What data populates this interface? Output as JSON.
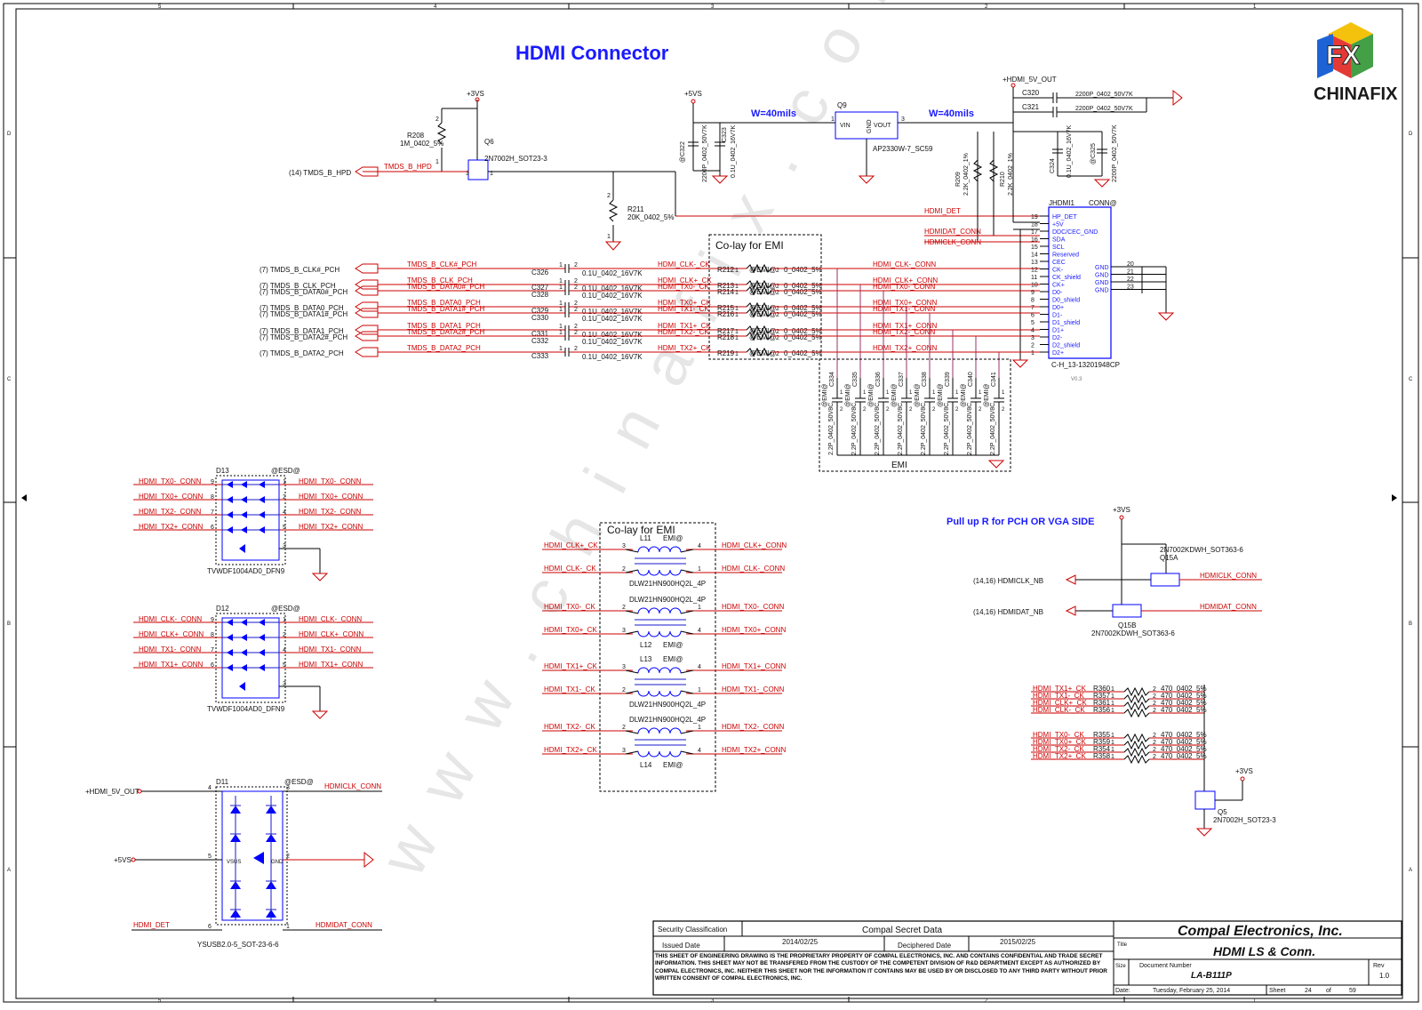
{
  "title": "HDMI Connector",
  "watermark": "www.chinafix.com",
  "logo": "CHINAFIX",
  "subtitle_pullup": "Pull up R for PCH OR VGA SIDE",
  "emi_box_top": "Co-lay for EMI",
  "emi_box_mid": "Co-lay for EMI",
  "emi_label": "EMI",
  "width_labels": [
    "W=40mils",
    "W=40mils"
  ],
  "border_cols": [
    "5",
    "4",
    "3",
    "2",
    "1"
  ],
  "border_rows": [
    "D",
    "C",
    "B",
    "A"
  ],
  "rails": {
    "v3_1": "+3VS",
    "v5": "+5VS",
    "hdmi5v": "+HDMI_5V_OUT",
    "v3_2": "+3VS",
    "v3_3": "+3VS",
    "v5_d11": "+5VS",
    "hdmi5v_d11": "+HDMI_5V_OUT"
  },
  "components": {
    "r208": [
      "R208",
      "1M_0402_5%"
    ],
    "q6": [
      "Q6",
      "2N7002H_SOT23-3"
    ],
    "r211": [
      "R211",
      "20K_0402_5%"
    ],
    "q9": [
      "Q9",
      "AP2330W-7_SC59",
      "VIN",
      "GND",
      "VOUT"
    ],
    "c322": [
      "@C322",
      "2200P_0402_50V7K"
    ],
    "c323": [
      "C323",
      "0.1U_0402_16V7K"
    ],
    "c320": [
      "C320",
      "2200P_0402_50V7K"
    ],
    "c321": [
      "C321",
      "2200P_0402_50V7K"
    ],
    "c324": [
      "C324",
      "0.1U_0402_16V7K"
    ],
    "c325": [
      "@C325",
      "2200P_0402_50V7K"
    ],
    "r209": [
      "R209",
      "2.2K_0402_1%"
    ],
    "r210": [
      "R210",
      "2.2K_0402_1%"
    ],
    "jhdmi": [
      "JHDMI1",
      "CONN@",
      "C-H_13-13201948CP",
      "V0.3"
    ],
    "q15a": [
      "2N7002KDWH_SOT363-6",
      "Q15A"
    ],
    "q15b": [
      "Q15B",
      "2N7002KDWH_SOT363-6"
    ],
    "q5": [
      "Q5",
      "2N7002H_SOT23-3"
    ],
    "d13": [
      "D13",
      "@ESD@",
      "TVWDF1004AD0_DFN9"
    ],
    "d12": [
      "D12",
      "@ESD@",
      "TVWDF1004AD0_DFN9"
    ],
    "d11": [
      "D11",
      "@ESD@",
      "YSUSB2.0-5_SOT-23-6-6"
    ]
  },
  "hpd": {
    "net": "TMDS_B_HPD",
    "ref": "(14)  TMDS_B_HPD",
    "det": "HDMI_DET"
  },
  "ddc": {
    "dat": "HDMIDAT_CONN",
    "clk": "HDMICLK_CONN"
  },
  "tmds_rows": [
    {
      "ref": "(7)  TMDS_B_CLK#_PCH",
      "net": "TMDS_B_CLK#_PCH",
      "cap": "C326",
      "capval": "0.1U_0402_16V7K",
      "mid": "HDMI_CLK-_CK",
      "res": "R212",
      "conn": "HDMI_CLK-_CONN"
    },
    {
      "ref": "(7)  TMDS_B_CLK_PCH",
      "net": "TMDS_B_CLK_PCH",
      "cap": "C327",
      "capval": "0.1U_0402_16V7K",
      "mid": "HDMI_CLK+_CK",
      "res": "R213",
      "conn": "HDMI_CLK+_CONN"
    },
    {
      "ref": "(7)  TMDS_B_DATA0#_PCH",
      "net": "TMDS_B_DATA0#_PCH",
      "cap": "C328",
      "capval": "0.1U_0402_16V7K",
      "mid": "HDMI_TX0-_CK",
      "res": "R214",
      "conn": "HDMI_TX0-_CONN"
    },
    {
      "ref": "(7)  TMDS_B_DATA0_PCH",
      "net": "TMDS_B_DATA0_PCH",
      "cap": "C329",
      "capval": "0.1U_0402_16V7K",
      "mid": "HDMI_TX0+_CK",
      "res": "R215",
      "conn": "HDMI_TX0+_CONN"
    },
    {
      "ref": "(7)  TMDS_B_DATA1#_PCH",
      "net": "TMDS_B_DATA1#_PCH",
      "cap": "C330",
      "capval": "0.1U_0402_16V7K",
      "mid": "HDMI_TX1-_CK",
      "res": "R216",
      "conn": "HDMI_TX1-_CONN"
    },
    {
      "ref": "(7)  TMDS_B_DATA1_PCH",
      "net": "TMDS_B_DATA1_PCH",
      "cap": "C331",
      "capval": "0.1U_0402_16V7K",
      "mid": "HDMI_TX1+_CK",
      "res": "R217",
      "conn": "HDMI_TX1+_CONN"
    },
    {
      "ref": "(7)  TMDS_B_DATA2#_PCH",
      "net": "TMDS_B_DATA2#_PCH",
      "cap": "C332",
      "capval": "0.1U_0402_16V7K",
      "mid": "HDMI_TX2-_CK",
      "res": "R218",
      "conn": "HDMI_TX2-_CONN"
    },
    {
      "ref": "(7)  TMDS_B_DATA2_PCH",
      "net": "TMDS_B_DATA2_PCH",
      "cap": "C333",
      "capval": "0.1U_0402_16V7K",
      "mid": "HDMI_TX2+_CK",
      "res": "R219",
      "conn": "HDMI_TX2+_CONN"
    }
  ],
  "res_value": "0_0402_5%",
  "res_tag": "@EMI@",
  "conn_pins": [
    {
      "num": "19",
      "name": "HP_DET"
    },
    {
      "num": "18",
      "name": "+5V"
    },
    {
      "num": "17",
      "name": "DDC/CEC_GND"
    },
    {
      "num": "16",
      "name": "SDA"
    },
    {
      "num": "15",
      "name": "SCL"
    },
    {
      "num": "14",
      "name": "Reserved"
    },
    {
      "num": "13",
      "name": "CEC"
    },
    {
      "num": "12",
      "name": "CK-"
    },
    {
      "num": "11",
      "name": "CK_shield"
    },
    {
      "num": "10",
      "name": "CK+"
    },
    {
      "num": "9",
      "name": "D0-"
    },
    {
      "num": "8",
      "name": "D0_shield"
    },
    {
      "num": "7",
      "name": "D0+"
    },
    {
      "num": "6",
      "name": "D1-"
    },
    {
      "num": "5",
      "name": "D1_shield"
    },
    {
      "num": "4",
      "name": "D1+"
    },
    {
      "num": "3",
      "name": "D2-"
    },
    {
      "num": "2",
      "name": "D2_shield"
    },
    {
      "num": "1",
      "name": "D2+"
    }
  ],
  "conn_gnd": [
    {
      "num": "20",
      "name": "GND"
    },
    {
      "num": "21",
      "name": "GND"
    },
    {
      "num": "22",
      "name": "GND"
    },
    {
      "num": "23",
      "name": "GND"
    }
  ],
  "emi_caps": [
    "C334",
    "C335",
    "C336",
    "C337",
    "C338",
    "C339",
    "C340",
    "C341"
  ],
  "emi_cap_tag": "@EMI@",
  "emi_cap_val": "2.2P_0402_50V8C",
  "d13_left": [
    {
      "net": "HDMI_TX0-_CONN",
      "pin": "9"
    },
    {
      "net": "HDMI_TX0+_CONN",
      "pin": "8"
    },
    {
      "net": "HDMI_TX2-_CONN",
      "pin": "7"
    },
    {
      "net": "HDMI_TX2+_CONN",
      "pin": "6"
    }
  ],
  "d13_right": [
    {
      "net": "HDMI_TX0-_CONN",
      "pin": "1"
    },
    {
      "net": "HDMI_TX0+_CONN",
      "pin": "2"
    },
    {
      "net": "HDMI_TX2-_CONN",
      "pin": "4"
    },
    {
      "net": "HDMI_TX2+_CONN",
      "pin": "5"
    }
  ],
  "d12_left": [
    {
      "net": "HDMI_CLK-_CONN",
      "pin": "9"
    },
    {
      "net": "HDMI_CLK+_CONN",
      "pin": "8"
    },
    {
      "net": "HDMI_TX1-_CONN",
      "pin": "7"
    },
    {
      "net": "HDMI_TX1+_CONN",
      "pin": "6"
    }
  ],
  "d12_right": [
    {
      "net": "HDMI_CLK-_CONN",
      "pin": "1"
    },
    {
      "net": "HDMI_CLK+_CONN",
      "pin": "2"
    },
    {
      "net": "HDMI_TX1-_CONN",
      "pin": "4"
    },
    {
      "net": "HDMI_TX1+_CONN",
      "pin": "5"
    }
  ],
  "d11": {
    "clk": "HDMICLK_CONN",
    "dat": "HDMIDAT_CONN",
    "det": "HDMI_DET",
    "vsus": "VSUS",
    "gnd": "GND",
    "pins": [
      "4",
      "3",
      "5",
      "2",
      "6",
      "1"
    ]
  },
  "chokes": [
    {
      "ref": "L11",
      "tag": "EMI@",
      "part": "DLW21HN900HQ2L_4P",
      "a_in": "HDMI_CLK+_CK",
      "a_out": "HDMI_CLK+_CONN",
      "b_in": "HDMI_CLK-_CK",
      "b_out": "HDMI_CLK-_CONN",
      "pins": [
        "3",
        "4",
        "2",
        "1"
      ]
    },
    {
      "ref": "L12",
      "tag": "EMI@",
      "part": "DLW21HN900HQ2L_4P",
      "a_in": "HDMI_TX0-_CK",
      "a_out": "HDMI_TX0-_CONN",
      "b_in": "HDMI_TX0+_CK",
      "b_out": "HDMI_TX0+_CONN",
      "pins": [
        "2",
        "1",
        "3",
        "4"
      ]
    },
    {
      "ref": "L13",
      "tag": "EMI@",
      "part": "DLW21HN900HQ2L_4P",
      "a_in": "HDMI_TX1+_CK",
      "a_out": "HDMI_TX1+_CONN",
      "b_in": "HDMI_TX1-_CK",
      "b_out": "HDMI_TX1-_CONN",
      "pins": [
        "3",
        "4",
        "2",
        "1"
      ]
    },
    {
      "ref": "L14",
      "tag": "EMI@",
      "part": "DLW21HN900HQ2L_4P",
      "a_in": "HDMI_TX2-_CK",
      "a_out": "HDMI_TX2-_CONN",
      "b_in": "HDMI_TX2+_CK",
      "b_out": "HDMI_TX2+_CONN",
      "pins": [
        "2",
        "1",
        "3",
        "4"
      ]
    }
  ],
  "pullup": {
    "clk_ref": "(14,16)  HDMICLK_NB",
    "dat_ref": "(14,16)  HDMIDAT_NB",
    "clk_out": "HDMICLK_CONN",
    "dat_out": "HDMIDAT_CONN"
  },
  "pulldowns": [
    {
      "net": "HDMI_TX1+_CK",
      "res": "R360"
    },
    {
      "net": "HDMI_TX1-_CK",
      "res": "R357"
    },
    {
      "net": "HDMI_CLK+_CK",
      "res": "R361"
    },
    {
      "net": "HDMI_CLK-_CK",
      "res": "R356"
    },
    {
      "net": "HDMI_TX0-_CK",
      "res": "R355"
    },
    {
      "net": "HDMI_TX0+_CK",
      "res": "R359"
    },
    {
      "net": "HDMI_TX2-_CK",
      "res": "R354"
    },
    {
      "net": "HDMI_TX2+_CK",
      "res": "R358"
    }
  ],
  "pulldown_val": "470_0402_5%",
  "titleblock": {
    "security": "Security Classification",
    "secret": "Compal Secret Data",
    "issued_label": "Issued Date",
    "issued": "2014/02/25",
    "deciph_label": "Deciphered Date",
    "deciph": "2015/02/25",
    "notice": "THIS SHEET OF ENGINEERING DRAWING IS THE PROPRIETARY PROPERTY OF COMPAL ELECTRONICS, INC. AND CONTAINS CONFIDENTIAL AND TRADE SECRET INFORMATION. THIS SHEET MAY NOT BE TRANSFERED FROM THE CUSTODY OF THE COMPETENT DIVISION OF R&D DEPARTMENT EXCEPT AS AUTHORIZED BY COMPAL ELECTRONICS, INC. NEITHER THIS SHEET NOR THE INFORMATION IT CONTAINS MAY BE USED BY OR DISCLOSED TO ANY THIRD PARTY WITHOUT PRIOR WRITTEN CONSENT OF COMPAL ELECTRONICS, INC.",
    "company": "Compal Electronics, Inc.",
    "title_label": "Title",
    "sheet_title": "HDMI LS & Conn.",
    "size_label": "Size",
    "docnum_label": "Document Number",
    "docnum": "LA-B111P",
    "rev_label": "Rev",
    "rev": "1.0",
    "date_label": "Date:",
    "date": "Tuesday, February 25, 2014",
    "sheet_label": "Sheet",
    "sheet": "24",
    "of_label": "of",
    "total": "59"
  }
}
